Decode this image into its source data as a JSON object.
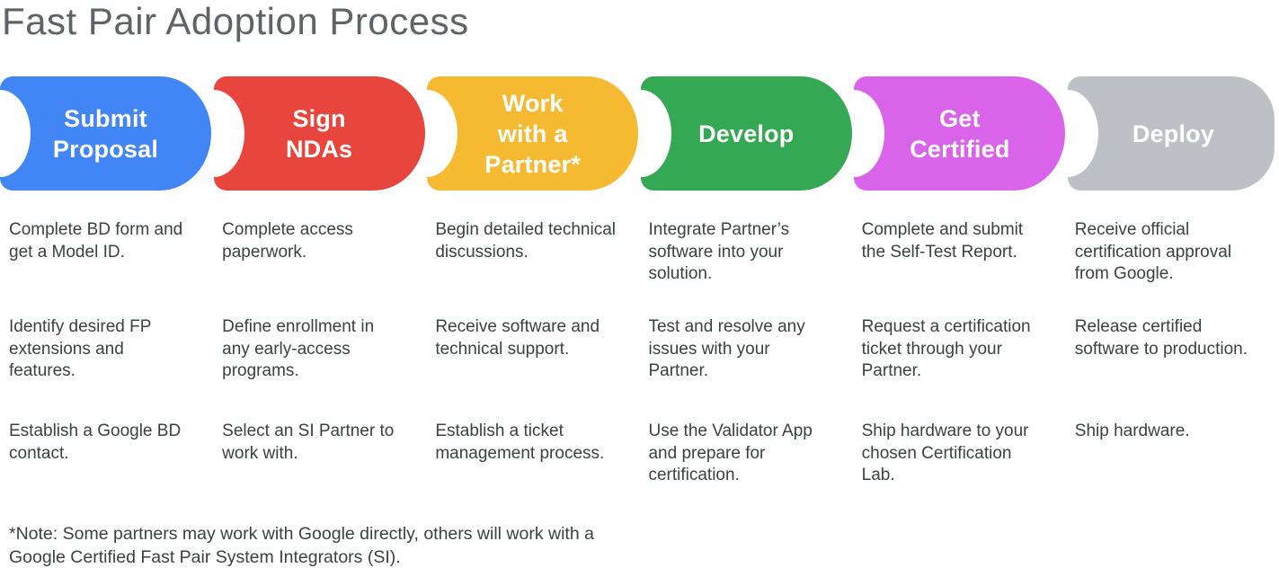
{
  "title": "Fast Pair Adoption Process",
  "footnote": "*Note: Some partners may work with Google directly, others will work with a\nGoogle Certified Fast Pair System Integrators (SI).",
  "stages": [
    {
      "id": "submit-proposal",
      "label": "Submit\nProposal",
      "color": "#4285F4",
      "items": [
        "Complete BD form and get a Model ID.",
        "Identify desired FP extensions and features.",
        "Establish a Google BD contact."
      ]
    },
    {
      "id": "sign-ndas",
      "label": "Sign\nNDAs",
      "color": "#E8453C",
      "items": [
        "Complete access paperwork.",
        "Define enrollment in any early-access programs.",
        "Select an SI Partner to work with."
      ]
    },
    {
      "id": "work-with-a-partner",
      "label": "Work\nwith a\nPartner*",
      "color": "#F5BA31",
      "items": [
        "Begin detailed technical discussions.",
        "Receive software and technical support.",
        "Establish a ticket management process."
      ]
    },
    {
      "id": "develop",
      "label": "Develop",
      "color": "#34A853",
      "items": [
        "Integrate Partner’s software into your solution.",
        "Test and resolve any issues with your Partner.",
        "Use the Validator App and prepare for certification."
      ]
    },
    {
      "id": "get-certified",
      "label": "Get\nCertified",
      "color": "#D964EA",
      "items": [
        "Complete and submit the Self-Test Report.",
        "Request a certification ticket through your Partner.",
        "Ship hardware to your chosen Certification Lab."
      ]
    },
    {
      "id": "deploy",
      "label": "Deploy",
      "color": "#BDC1C6",
      "items": [
        "Receive official certification approval from Google.",
        "Release certified software to production.",
        "Ship hardware."
      ]
    }
  ]
}
